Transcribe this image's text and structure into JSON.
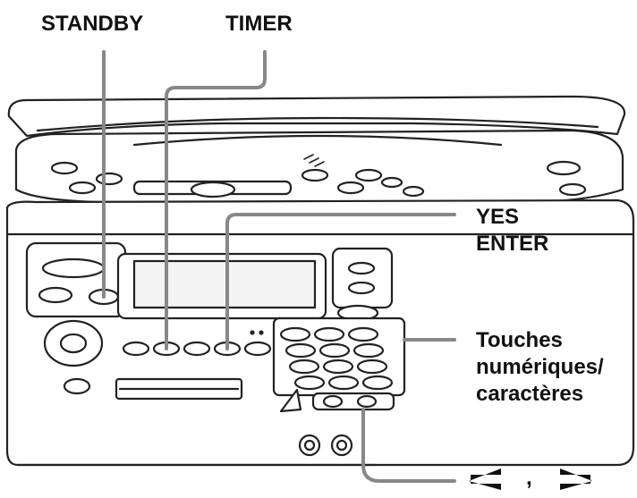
{
  "labels": {
    "standby": "STANDBY",
    "timer": "TIMER",
    "yes": "YES",
    "enter": "ENTER",
    "touches_line1": "Touches",
    "touches_line2": "numériques/",
    "touches_line3": "caractères",
    "arrows_separator": ","
  },
  "colors": {
    "ink": "#111111",
    "device_outline": "#222222",
    "device_fill": "#ffffff",
    "display_fill": "#f4f4f4",
    "callout_line": "#888888"
  },
  "icons": {
    "left_arrow": "left-arrow-icon",
    "right_arrow": "right-arrow-icon"
  }
}
